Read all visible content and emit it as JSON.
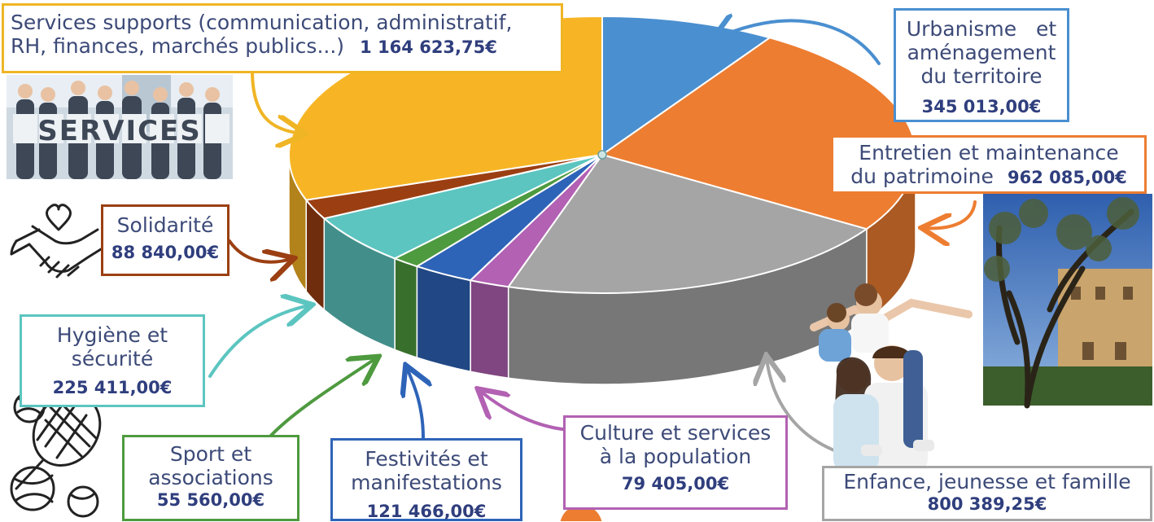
{
  "chart_data": {
    "type": "pie",
    "slices": [
      {
        "label": "Urbanisme et aménagement du territoire",
        "value": 345013.0,
        "amount_text": "345 013,00€",
        "color": "#4a8fd0"
      },
      {
        "label": "Entretien et maintenance du patrimoine",
        "value": 962085.0,
        "amount_text": "962 085,00€",
        "color": "#ed7d31"
      },
      {
        "label": "Enfance, jeunesse et famille",
        "value": 800389.25,
        "amount_text": "800 389,25€",
        "color": "#a5a5a5"
      },
      {
        "label": "Culture et services à la population",
        "value": 79405.0,
        "amount_text": "79 405,00€",
        "color": "#b261b3"
      },
      {
        "label": "Festivités et manifestations",
        "value": 121466.0,
        "amount_text": "121 466,00€",
        "color": "#2e64b8"
      },
      {
        "label": "Sport et associations",
        "value": 55560.0,
        "amount_text": "55 560,00€",
        "color": "#4e9a3f"
      },
      {
        "label": "Hygiène et sécurité",
        "value": 225411.0,
        "amount_text": "225 411,00€",
        "color": "#5cc5c0"
      },
      {
        "label": "Solidarité",
        "value": 88840.0,
        "amount_text": "88 840,00€",
        "color": "#9b3f12"
      },
      {
        "label": "Services supports (communication, administratif, RH, finances, marchés publics...)",
        "value": 1164623.75,
        "amount_text": "1 164 623,75€",
        "color": "#f7b525"
      }
    ]
  },
  "labels": {
    "urbanisme": {
      "lines": [
        "Urbanisme   et",
        "aménagement",
        "du territoire"
      ],
      "amount": "345 013,00€"
    },
    "entretien": {
      "line1": "Entretien et maintenance",
      "line2": "du patrimoine",
      "amount": "962 085,00€"
    },
    "enfance": {
      "line1": "Enfance, jeunesse et famille",
      "amount": "800 389,25€"
    },
    "culture": {
      "line1": "Culture et services",
      "line2": "à la population",
      "amount": "79 405,00€"
    },
    "festivites": {
      "line1": "Festivités et",
      "line2": "manifestations",
      "amount": "121 466,00€"
    },
    "sport": {
      "line1": "Sport et",
      "line2": "associations",
      "amount": "55 560,00€"
    },
    "hygiene": {
      "line1": "Hygiène et",
      "line2": "sécurité",
      "amount": "225 411,00€"
    },
    "solidarite": {
      "line1": "Solidarité",
      "amount": "88 840,00€"
    },
    "services": {
      "line1": "Services supports (communication, administratif,",
      "line2": "RH, finances, marchés publics...)",
      "amount": "1 164 623,75€"
    }
  },
  "photos": {
    "services_sign": "SERVICES"
  },
  "colors": {
    "text": "#3c4a78",
    "amount": "#2f3e7d"
  }
}
